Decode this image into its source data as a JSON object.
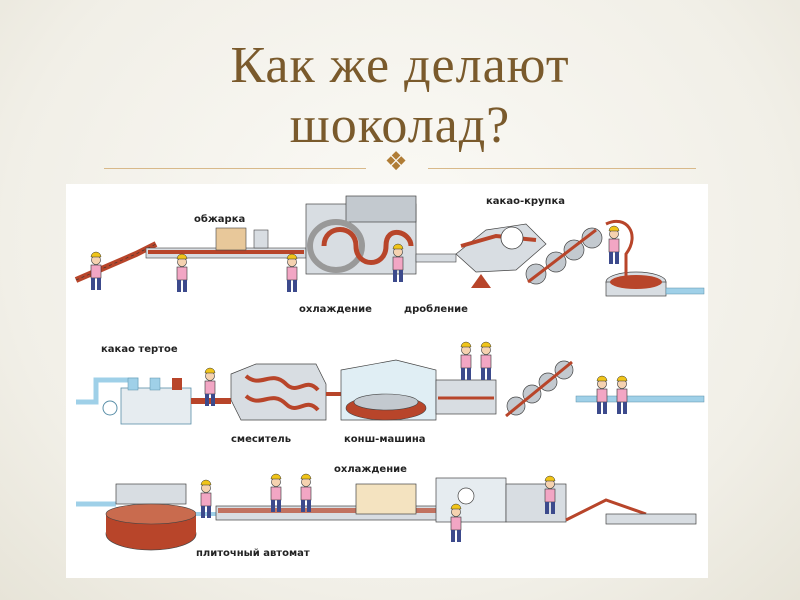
{
  "slide": {
    "title_line1": "Как же делают",
    "title_line2": "шоколад?",
    "ornament_icon": "square-ornament-icon",
    "accent_color": "#7a5a2c"
  },
  "diagram": {
    "labels": {
      "roasting": "обжарка",
      "cocoa_nibs": "какао-крупка",
      "cooling_1": "охлаждение",
      "crushing": "дробление",
      "cocoa_liquor": "какао тертое",
      "mixer": "смеситель",
      "conche": "конш-машина",
      "cooling_2": "охлаждение",
      "tablet_machine": "плиточный автомат"
    },
    "colors": {
      "pipe": "#9fd0e8",
      "machine": "#d8dde2",
      "chocolate": "#b8452a",
      "worker_shirt": "#f2a6c4",
      "worker_pants": "#3c4a8c",
      "helmet": "#f0c419"
    }
  }
}
